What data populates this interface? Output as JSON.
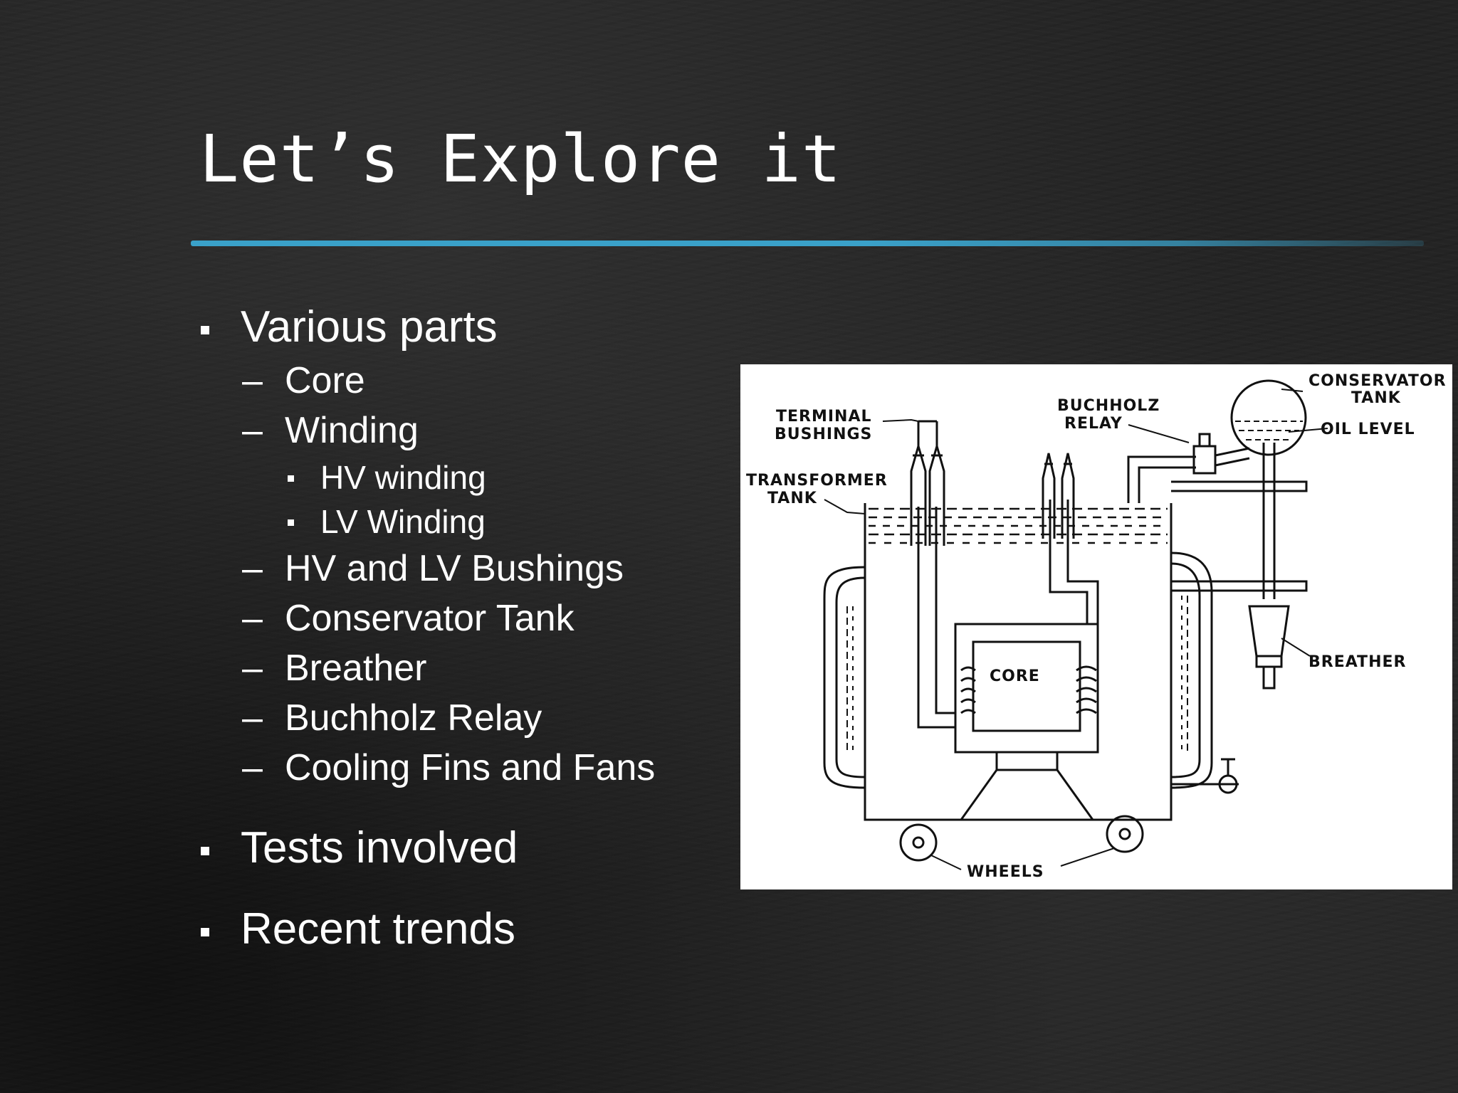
{
  "slide": {
    "title": "Let’s Explore it",
    "accent_color": "#3aa1c9",
    "background_color": "#242424"
  },
  "outline": {
    "item1": {
      "label": "Various parts",
      "sub": {
        "core": "Core",
        "winding": "Winding",
        "hv_winding": "HV winding",
        "lv_winding": "LV Winding",
        "bushings": "HV and LV Bushings",
        "conservator": "Conservator Tank",
        "breather": "Breather",
        "buchholz": "Buchholz Relay",
        "cooling": "Cooling Fins and Fans"
      }
    },
    "item2": {
      "label": "Tests involved"
    },
    "item3": {
      "label": "Recent  trends"
    },
    "dash": "–"
  },
  "diagram": {
    "labels": {
      "terminal_1": "TERMINAL",
      "terminal_2": "BUSHINGS",
      "transformer_1": "TRANSFORMER",
      "transformer_2": "TANK",
      "buchholz_1": "BUCHHOLZ",
      "buchholz_2": "RELAY",
      "conservator_1": "CONSERVATOR",
      "conservator_2": "TANK",
      "oil_level": "OIL LEVEL",
      "breather": "BREATHER",
      "core": "CORE",
      "wheels": "WHEELS"
    }
  }
}
